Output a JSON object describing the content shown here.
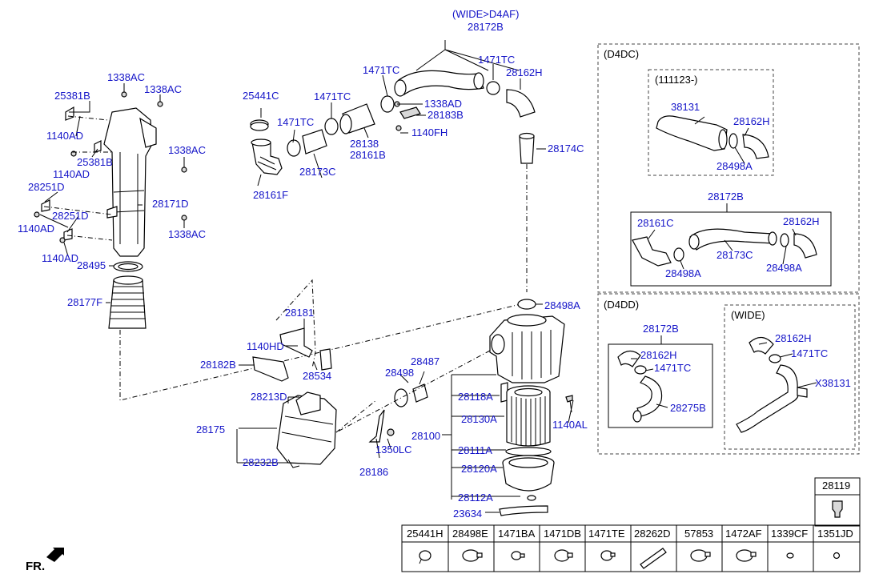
{
  "headers": {
    "wide_d4af": "(WIDE>D4AF)",
    "d4dc": "(D4DC)",
    "date_111123": "(111123-)",
    "d4dd": "(D4DD)",
    "wide": "(WIDE)"
  },
  "parts": {
    "p1338AC": "1338AC",
    "p25381B": "25381B",
    "p1140AD": "1140AD",
    "p28251D": "28251D",
    "p28171D": "28171D",
    "p28495": "28495",
    "p28177F": "28177F",
    "p25441C": "25441C",
    "p1471TC": "1471TC",
    "p28161F": "28161F",
    "p28173C": "28173C",
    "p28138": "28138",
    "p28161B": "28161B",
    "p1338AD": "1338AD",
    "p28183B": "28183B",
    "p1140FH": "1140FH",
    "p28172B": "28172B",
    "p28162H": "28162H",
    "p28174C": "28174C",
    "p38131": "38131",
    "p28498A": "28498A",
    "p28161C": "28161C",
    "p28275B": "28275B",
    "pX38131": "X38131",
    "p28181": "28181",
    "p1140HD": "1140HD",
    "p28182B": "28182B",
    "p28534": "28534",
    "p28213D": "28213D",
    "p28175": "28175",
    "p28232B": "28232B",
    "p28498": "28498",
    "p28487": "28487",
    "p1350LC": "1350LC",
    "p28186": "28186",
    "p28118A": "28118A",
    "p28130A": "28130A",
    "p28100": "28100",
    "p28111A": "28111A",
    "p28120A": "28120A",
    "p28112A": "28112A",
    "p1140AL": "1140AL",
    "p23634": "23634",
    "p28119": "28119"
  },
  "parts_table": [
    "25441H",
    "28498E",
    "1471BA",
    "1471DB",
    "1471TE",
    "28262D",
    "57853",
    "1472AF",
    "1339CF",
    "1351JD"
  ],
  "front_marker": "FR."
}
